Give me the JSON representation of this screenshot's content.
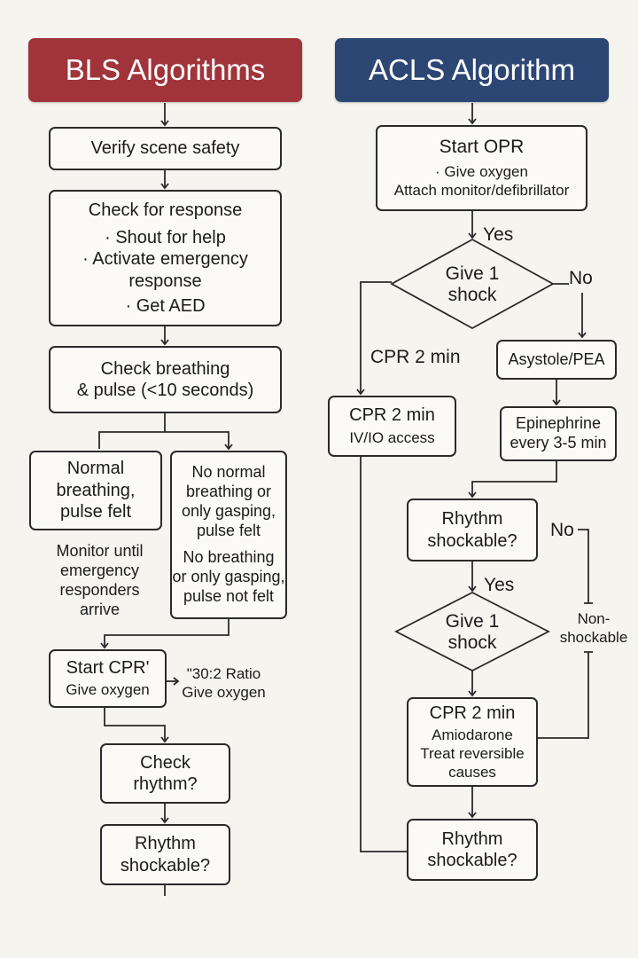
{
  "colors": {
    "bls_header": "#a0343a",
    "acls_header": "#2d4775",
    "line": "#2a2a2a",
    "background": "#f6f4ef"
  },
  "bls": {
    "title": "BLS Algorithms",
    "verify": "Verify scene safety",
    "check_response": {
      "title": "Check for response",
      "items": [
        "· Shout for help",
        "· Activate emergency",
        "response",
        "· Get AED"
      ]
    },
    "check_breathing": [
      "Check breathing",
      "& pulse (<10 seconds)"
    ],
    "normal": [
      "Normal",
      "breathing,",
      "pulse felt"
    ],
    "monitor": [
      "Monitor until",
      "emergency",
      "responders",
      "arrive"
    ],
    "abnormal": [
      "No normal",
      "breathing or",
      "only gasping,",
      "pulse felt",
      "No breathing",
      "or only gasping,",
      "pulse not felt"
    ],
    "start_cpr": [
      "Start CPR'",
      "Give oxygen"
    ],
    "ratio_note": [
      "\"30:2 Ratio",
      "Give oxygen"
    ],
    "check_rhythm": [
      "Check",
      "rhythm?"
    ],
    "rhythm_shockable": [
      "Rhythm",
      "shockable?"
    ]
  },
  "acls": {
    "title": "ACLS Algorithm",
    "start": [
      "Start OPR",
      "· Give oxygen",
      "Attach monitor/defibrillator"
    ],
    "yes_label_1": "Yes",
    "shock_1": [
      "Give 1",
      "shock"
    ],
    "no_label_1": "No",
    "cpr_label": "CPR 2 min",
    "asystole": "Asystole/PEA",
    "cpr_iv": [
      "CPR 2 min",
      "IV/IO access"
    ],
    "epinephrine": [
      "Epinephrine",
      "every 3-5 min"
    ],
    "rhythm_check": [
      "Rhythm",
      "shockable?"
    ],
    "no_label_2": "No",
    "yes_label_2": "Yes",
    "shock_2": [
      "Give 1",
      "shock"
    ],
    "nonshockable": [
      "Non-",
      "shockable"
    ],
    "cpr_amio": [
      "CPR 2 min",
      "Amiodarone",
      "Treat reversible",
      "causes"
    ],
    "rhythm_final": [
      "Rhythm",
      "shockable?"
    ]
  }
}
